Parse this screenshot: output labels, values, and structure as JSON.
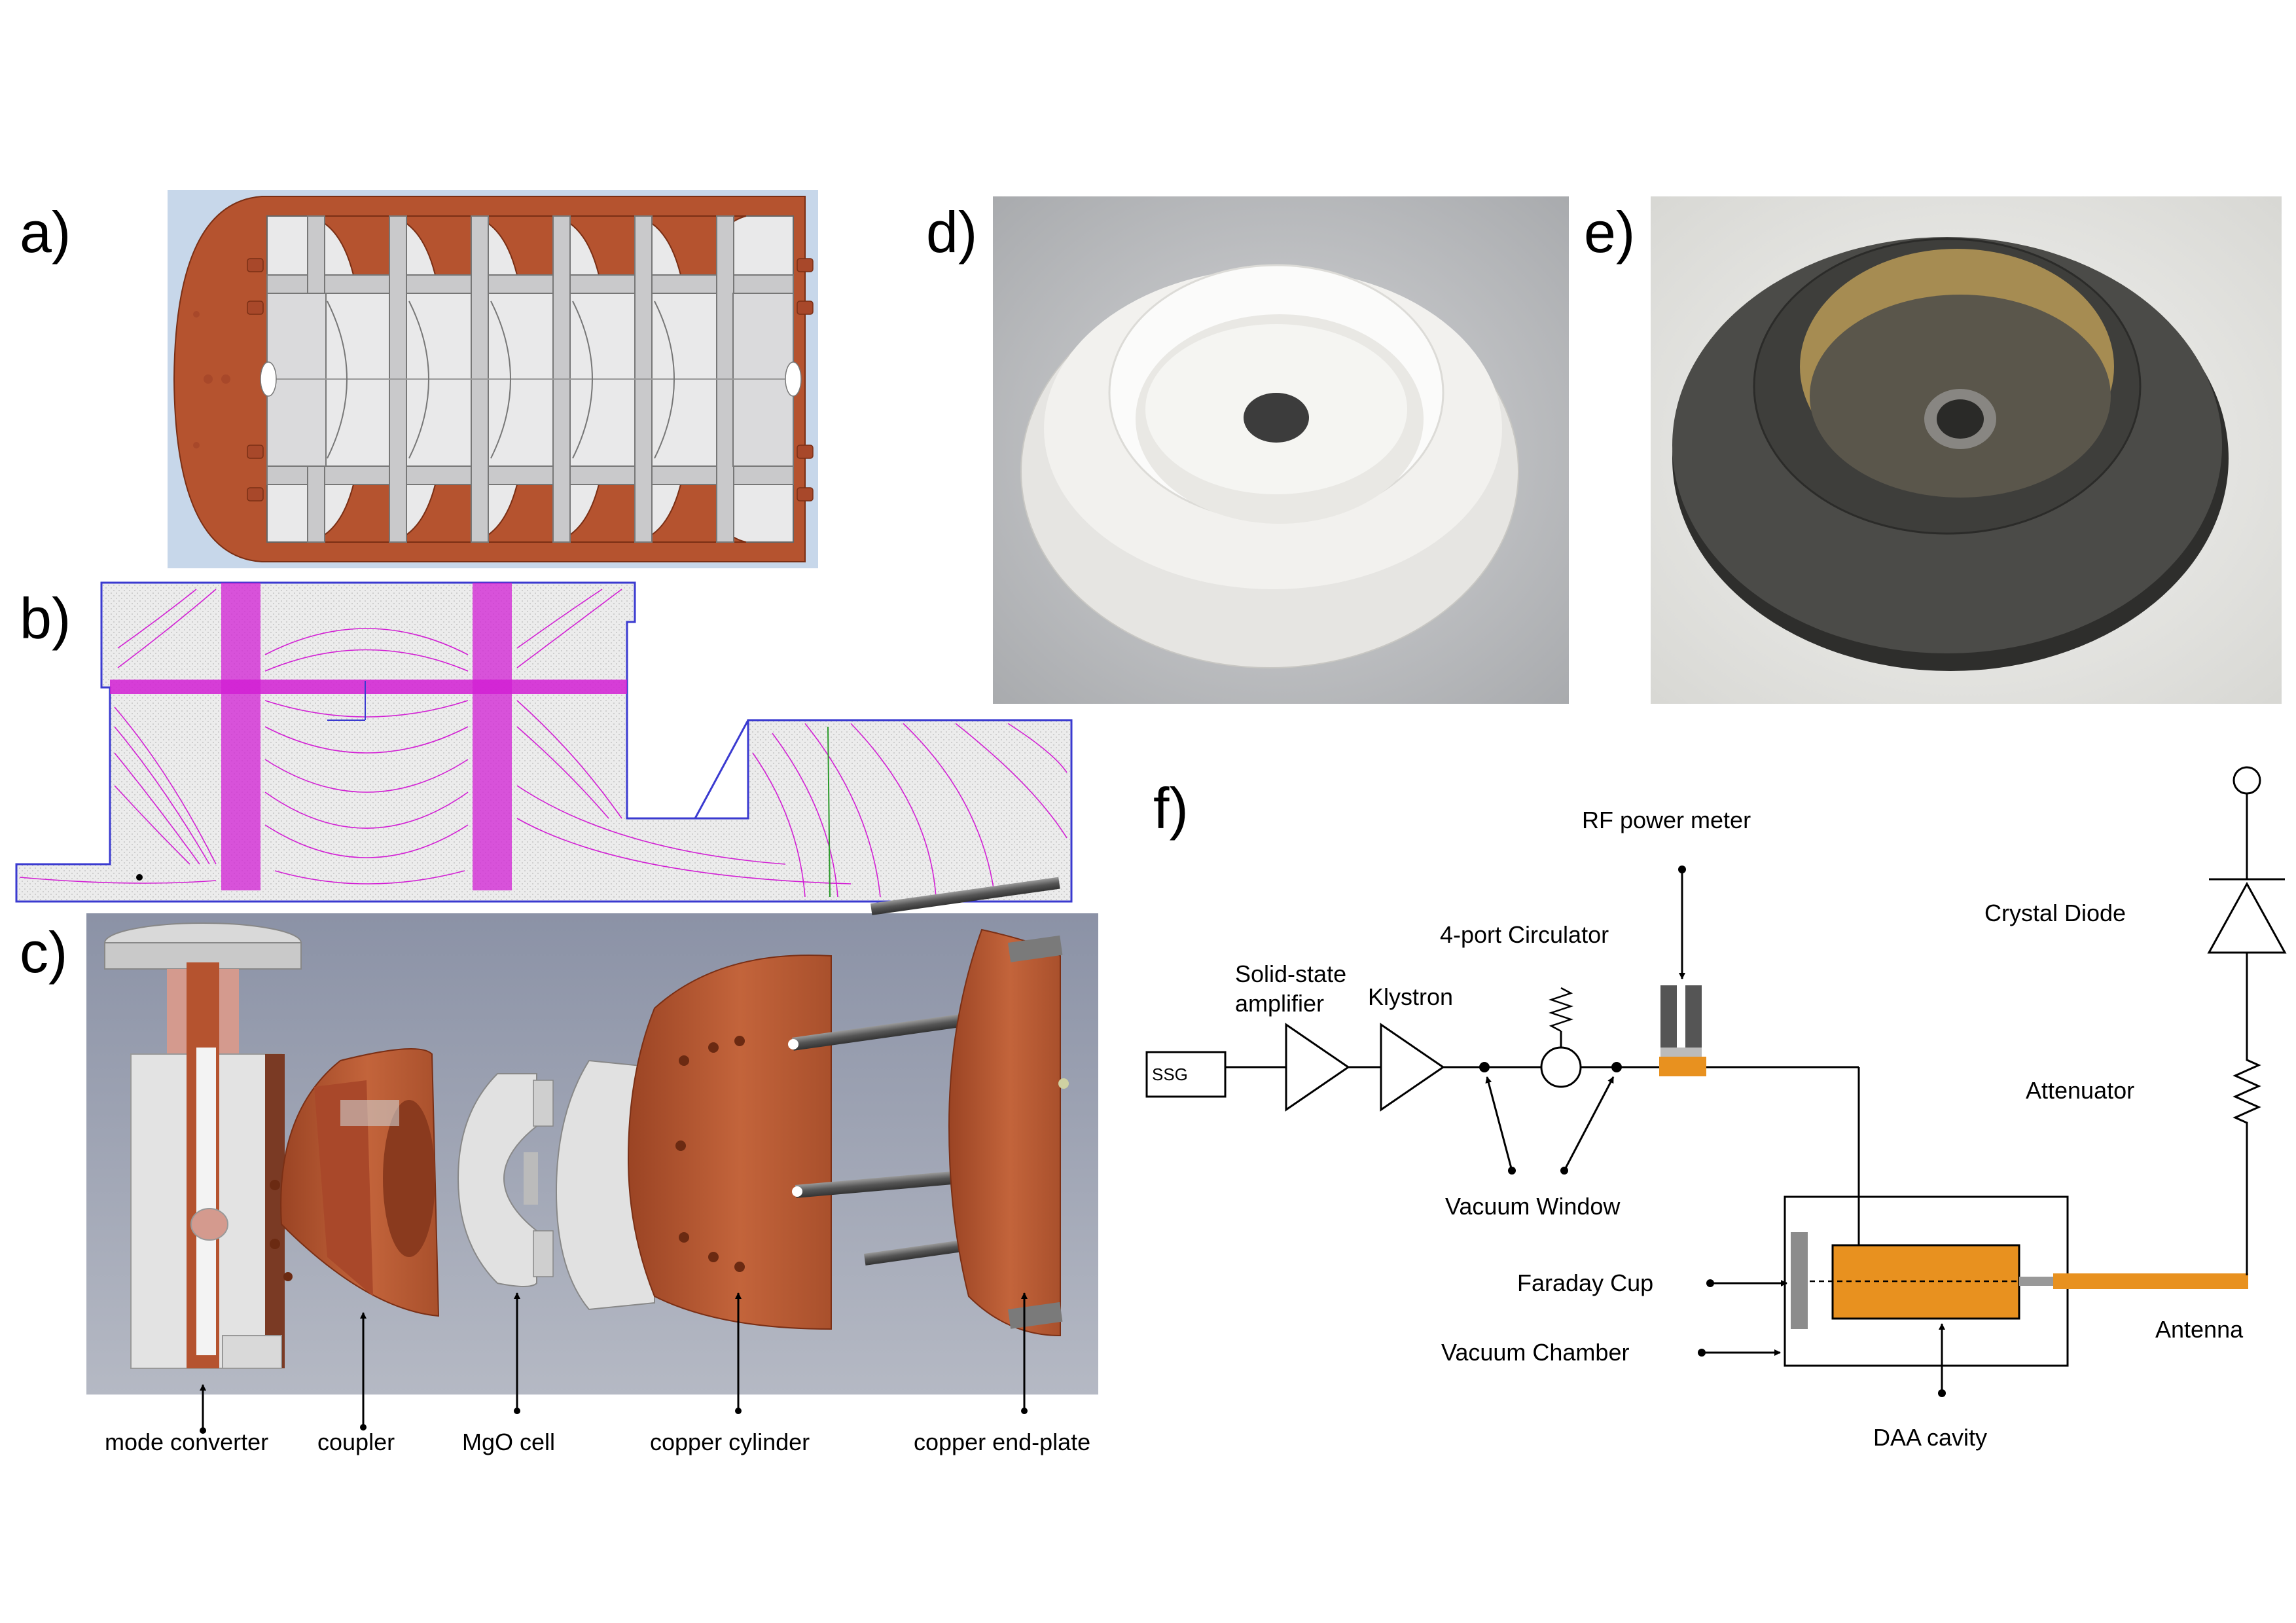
{
  "panels": {
    "a": "a)",
    "b": "b)",
    "c": "c)",
    "d": "d)",
    "e": "e)",
    "f": "f)"
  },
  "panel_c_labels": {
    "mode_converter": "mode converter",
    "coupler": "coupler",
    "mgo_cell": "MgO cell",
    "copper_cylinder": "copper cylinder",
    "copper_end_plate": "copper end-plate"
  },
  "schematic": {
    "ssg": "SSG",
    "amplifier_line1": "Solid-state",
    "amplifier_line2": "amplifier",
    "klystron": "Klystron",
    "circulator": "4-port Circulator",
    "rf_power_meter": "RF power meter",
    "vacuum_window": "Vacuum Window",
    "faraday_cup": "Faraday Cup",
    "vacuum_chamber": "Vacuum Chamber",
    "daa_cavity": "DAA cavity",
    "crystal_diode": "Crystal Diode",
    "attenuator": "Attenuator",
    "antenna": "Antenna"
  },
  "colors": {
    "copper": "#b5532f",
    "copper_dark": "#8a3a1e",
    "field_lines": "#d21fd4",
    "cad_bg": "#c7d7ea",
    "render_bg": "#8e94a6",
    "orange": "#e8911f",
    "ceramic_white": "#f2f1ee",
    "ceramic_dark": "#4b4b48"
  }
}
